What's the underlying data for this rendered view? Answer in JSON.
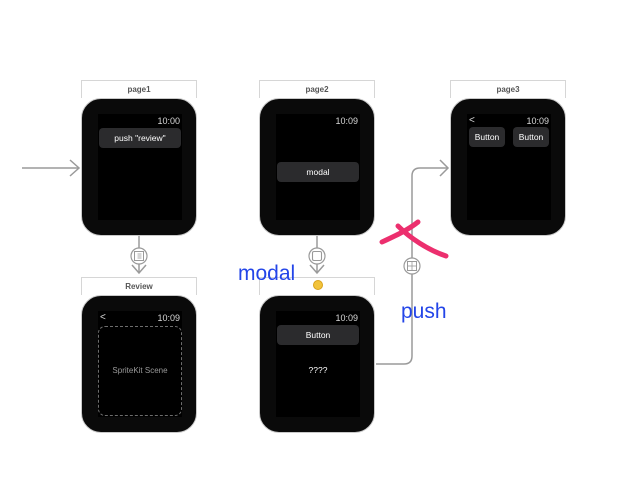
{
  "scenes": {
    "page1": {
      "title": "page1",
      "time": "10:00",
      "button": "push \"review\""
    },
    "page2": {
      "title": "page2",
      "time": "10:09",
      "button": "modal"
    },
    "page3": {
      "title": "page3",
      "time": "10:09",
      "back": "<",
      "button_left": "Button",
      "button_right": "Button"
    },
    "review": {
      "title": "Review",
      "time": "10:09",
      "back": "<",
      "sprite_label": "SpriteKit Scene"
    },
    "modal_scene": {
      "time": "10:09",
      "button": "Button",
      "label": "????"
    }
  },
  "annotations": {
    "modal": "modal",
    "push": "push"
  },
  "colors": {
    "annotation_blue": "#2345e8",
    "cross_pink": "#ec2f6e",
    "segue_gray": "#9a9a9a",
    "warning_yellow": "#f2c33b"
  }
}
